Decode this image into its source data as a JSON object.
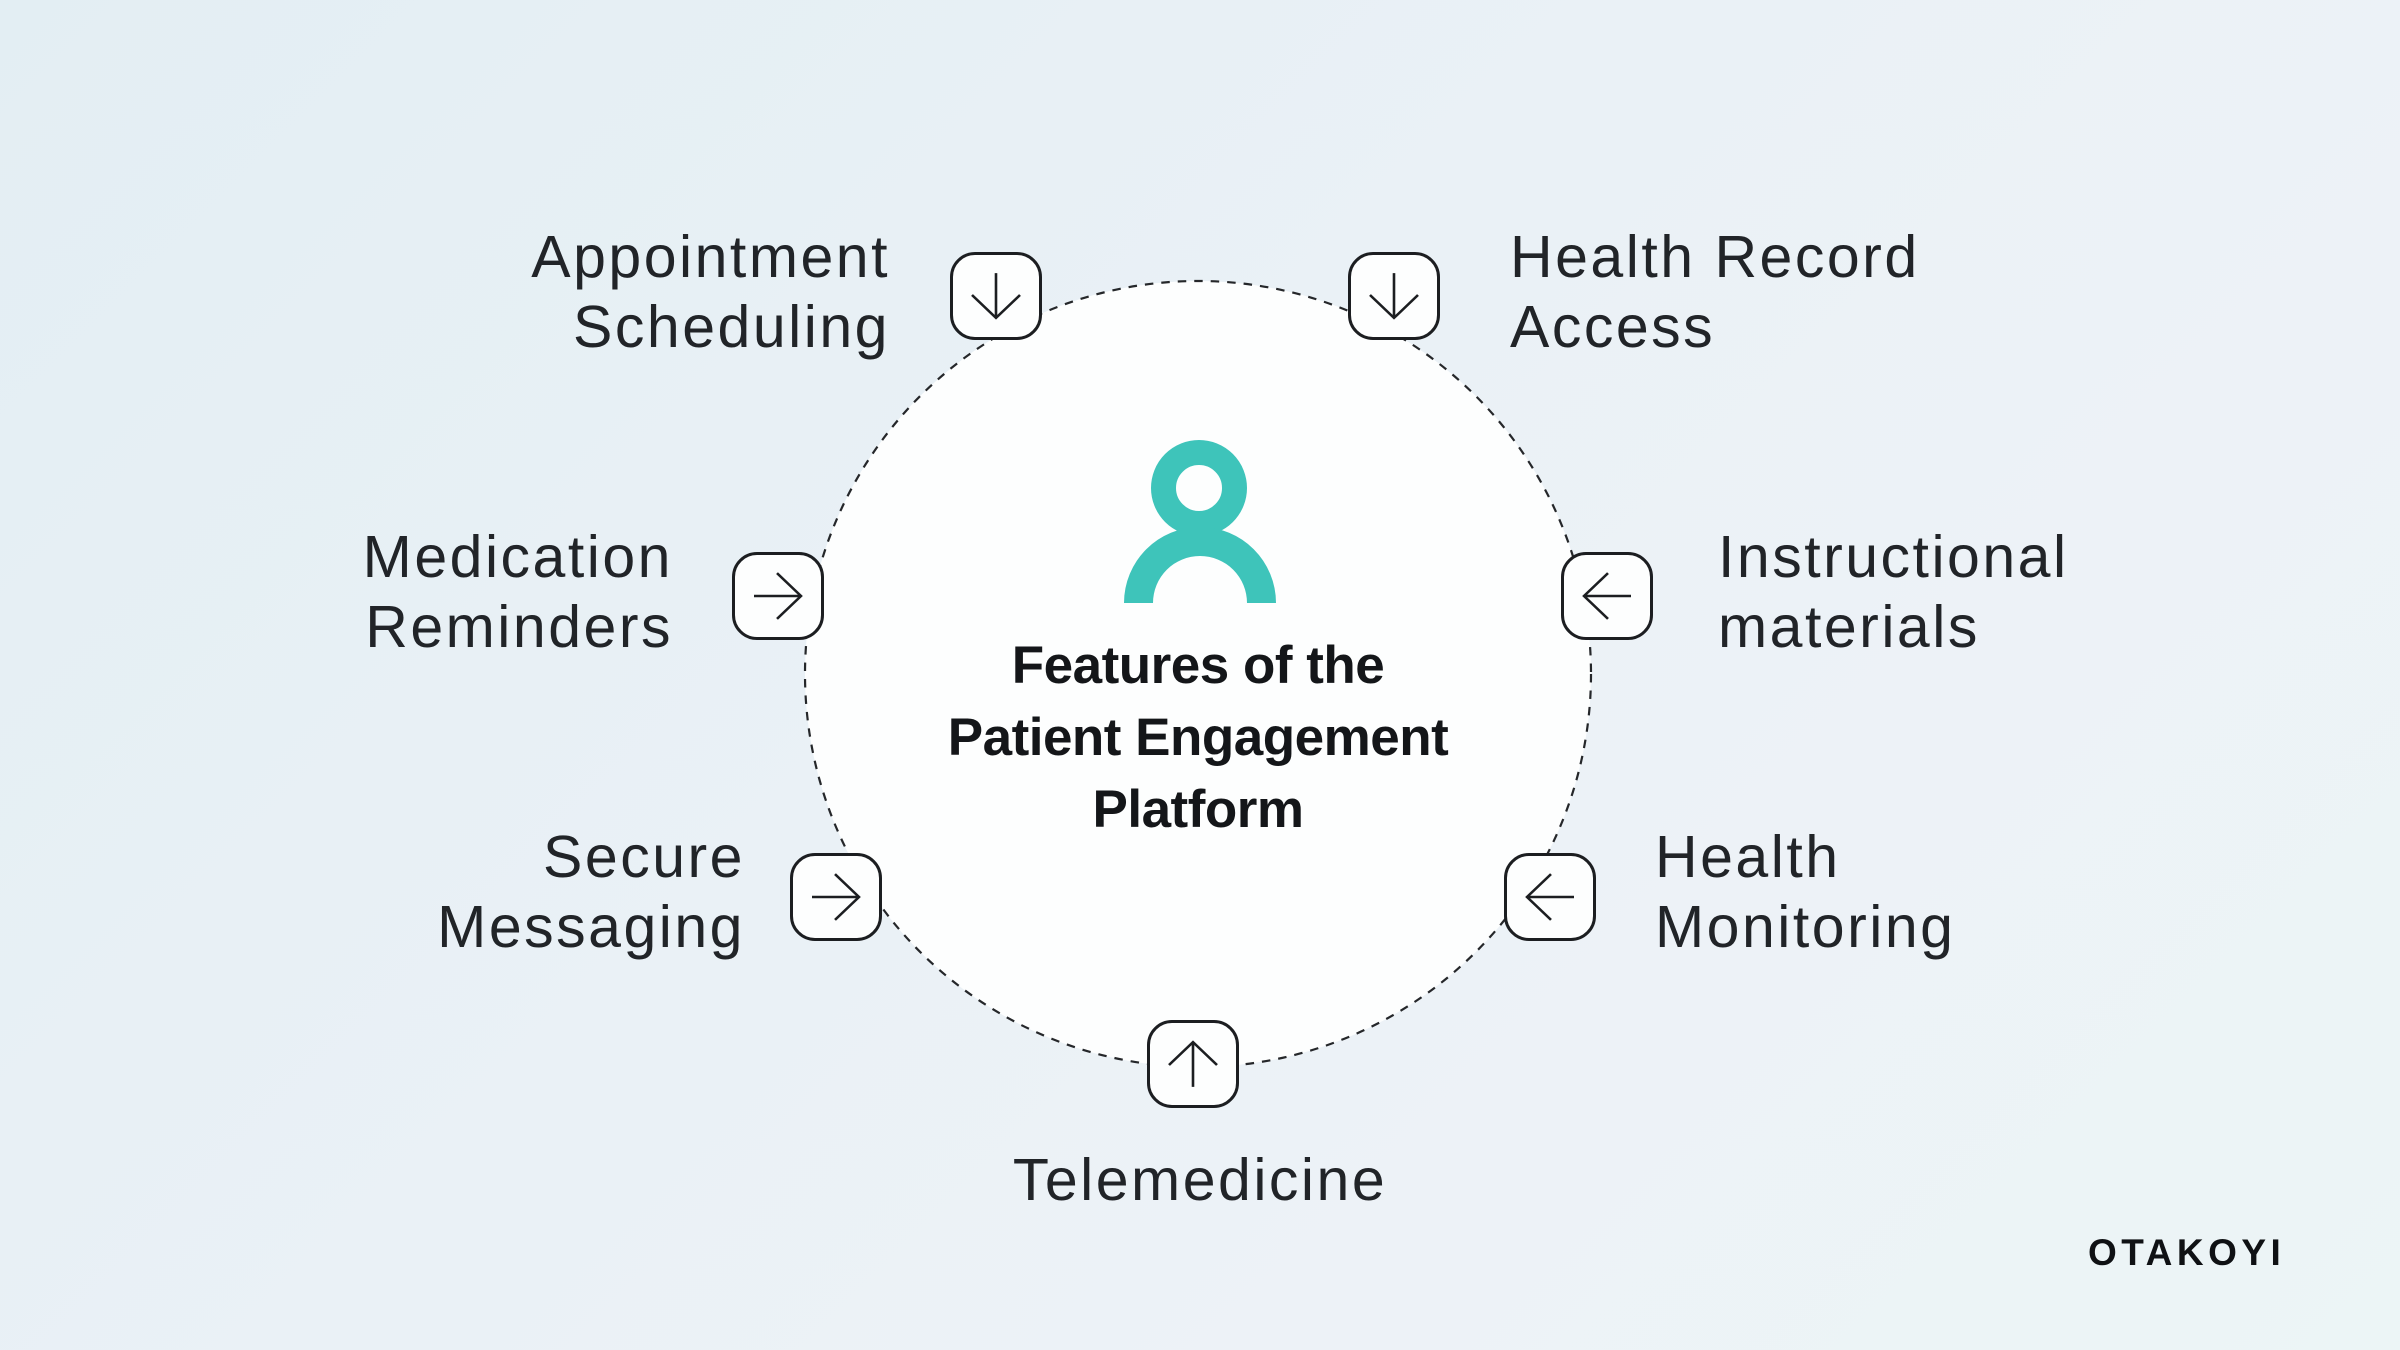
{
  "title": {
    "lines": [
      "Features of the",
      "Patient Engagement",
      "Platform"
    ]
  },
  "features": [
    {
      "id": "appointment-scheduling",
      "line1": "Appointment",
      "line2": "Scheduling",
      "arrow": "down"
    },
    {
      "id": "health-record-access",
      "line1": "Health Record",
      "line2": "Access",
      "arrow": "down"
    },
    {
      "id": "medication-reminders",
      "line1": "Medication",
      "line2": "Reminders",
      "arrow": "right"
    },
    {
      "id": "instructional-materials",
      "line1": "Instructional",
      "line2": "materials",
      "arrow": "left"
    },
    {
      "id": "secure-messaging",
      "line1": "Secure",
      "line2": "Messaging",
      "arrow": "right"
    },
    {
      "id": "health-monitoring",
      "line1": "Health",
      "line2": "Monitoring",
      "arrow": "left"
    },
    {
      "id": "telemedicine",
      "line1": "Telemedicine",
      "arrow": "up"
    }
  ],
  "branding": {
    "logo_text": "OTAKOYI"
  },
  "colors": {
    "accent_teal": "#3EC4BA",
    "label_text": "#212428",
    "title_text": "#141619",
    "stroke_dark": "#1C1E21",
    "circle_fill": "#FDFEFE",
    "background_start": "#E3EEF3",
    "background_end": "#ECF5F6"
  }
}
